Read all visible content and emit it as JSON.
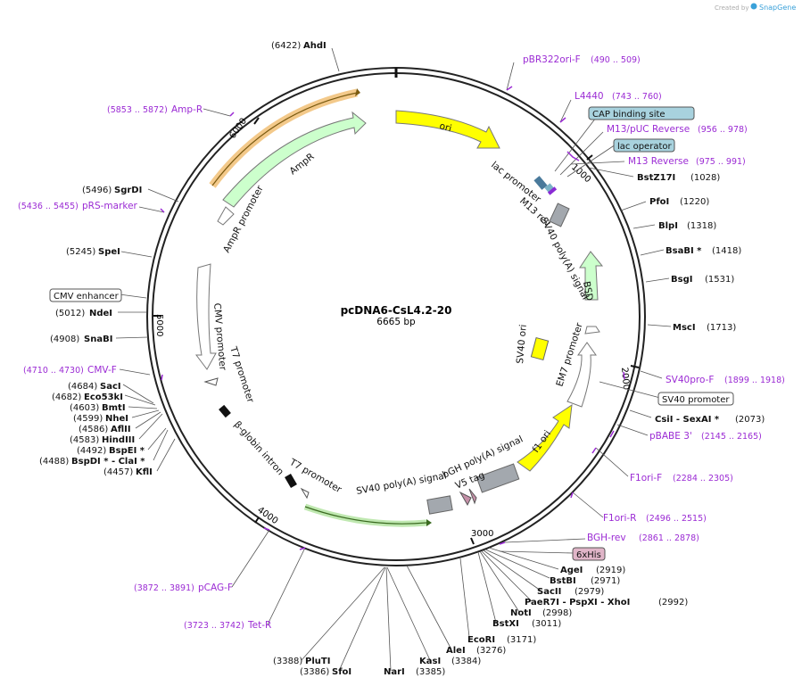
{
  "watermark": {
    "prefix": "Created by",
    "brand": "SnapGene"
  },
  "plasmid": {
    "name": "pcDNA6-CsL4.2-20",
    "size": "6665 bp",
    "length": 6665
  },
  "ticks": [
    "1000",
    "2000",
    "3000",
    "4000",
    "5000",
    "6000"
  ],
  "enzymes": [
    {
      "name": "AhdI",
      "pos": "(6422)"
    },
    {
      "name": "SgrDI",
      "pos": "(5496)"
    },
    {
      "name": "SpeI",
      "pos": "(5245)"
    },
    {
      "name": "NdeI",
      "pos": "(5012)"
    },
    {
      "name": "SnaBI",
      "pos": "(4908)"
    },
    {
      "name": "SacI",
      "pos": "(4684)"
    },
    {
      "name": "Eco53kI",
      "pos": "(4682)"
    },
    {
      "name": "BmtI",
      "pos": "(4603)"
    },
    {
      "name": "NheI",
      "pos": "(4599)"
    },
    {
      "name": "AflII",
      "pos": "(4586)"
    },
    {
      "name": "HindIII",
      "pos": "(4583)"
    },
    {
      "name": "BspEI *",
      "pos": "(4492)"
    },
    {
      "name": "BspDI * - ClaI *",
      "pos": "(4488)"
    },
    {
      "name": "KflI",
      "pos": "(4457)"
    },
    {
      "name": "BstZ17I",
      "pos": "(1028)"
    },
    {
      "name": "PfoI",
      "pos": "(1220)"
    },
    {
      "name": "BlpI",
      "pos": "(1318)"
    },
    {
      "name": "BsaBI *",
      "pos": "(1418)"
    },
    {
      "name": "BsgI",
      "pos": "(1531)"
    },
    {
      "name": "MscI",
      "pos": "(1713)"
    },
    {
      "name": "CsiI - SexAI *",
      "pos": "(2073)"
    },
    {
      "name": "AgeI",
      "pos": "(2919)"
    },
    {
      "name": "BstBI",
      "pos": "(2971)"
    },
    {
      "name": "SacII",
      "pos": "(2979)"
    },
    {
      "name": "PaeR7I - PspXI - XhoI",
      "pos": "(2992)"
    },
    {
      "name": "NotI",
      "pos": "(2998)"
    },
    {
      "name": "BstXI",
      "pos": "(3011)"
    },
    {
      "name": "EcoRI",
      "pos": "(3171)"
    },
    {
      "name": "AleI",
      "pos": "(3276)"
    },
    {
      "name": "KasI",
      "pos": "(3384)"
    },
    {
      "name": "NarI",
      "pos": "(3385)"
    },
    {
      "name": "SfoI",
      "pos": "(3386)"
    },
    {
      "name": "PluTI",
      "pos": "(3388)"
    }
  ],
  "primers": [
    {
      "name": "pBR322ori-F",
      "pos": "(490 .. 509)"
    },
    {
      "name": "L4440",
      "pos": "(743 .. 760)"
    },
    {
      "name": "M13/pUC Reverse",
      "pos": "(956 .. 978)"
    },
    {
      "name": "M13 Reverse",
      "pos": "(975 .. 991)"
    },
    {
      "name": "SV40pro-F",
      "pos": "(1899 .. 1918)"
    },
    {
      "name": "pBABE 3'",
      "pos": "(2145 .. 2165)"
    },
    {
      "name": "F1ori-F",
      "pos": "(2284 .. 2305)"
    },
    {
      "name": "F1ori-R",
      "pos": "(2496 .. 2515)"
    },
    {
      "name": "BGH-rev",
      "pos": "(2861 .. 2878)"
    },
    {
      "name": "pCAG-F",
      "pos": "(3872 .. 3891)"
    },
    {
      "name": "Tet-R",
      "pos": "(3723 .. 3742)"
    },
    {
      "name": "CMV-F",
      "pos": "(4710 .. 4730)"
    },
    {
      "name": "pRS-marker",
      "pos": "(5436 .. 5455)"
    },
    {
      "name": "Amp-R",
      "pos": "(5853 .. 5872)"
    }
  ],
  "boxed_features": [
    "CAP binding site",
    "lac operator",
    "SV40 promoter",
    "6xHis",
    "CMV enhancer"
  ],
  "features": [
    "ori",
    "lac promoter",
    "M13 rev",
    "SV40 poly(A) signal",
    "BSD",
    "EM7 promoter",
    "SV40 ori",
    "f1 ori",
    "bGH poly(A) signal",
    "V5 tag",
    "SV40 poly(A) signal",
    "T7 promoter",
    "β-globin intron",
    "T7 promoter",
    "CMV promoter",
    "AmpR promoter",
    "AmpR"
  ],
  "colors": {
    "primer": "#9b2bd4",
    "ori": "#ffff00",
    "ampr": "#ccffcc",
    "boxed": "#a8d2de",
    "his": "#e0b5c8",
    "grey": "#a3a8ae",
    "brand": "#3aa1d9"
  }
}
